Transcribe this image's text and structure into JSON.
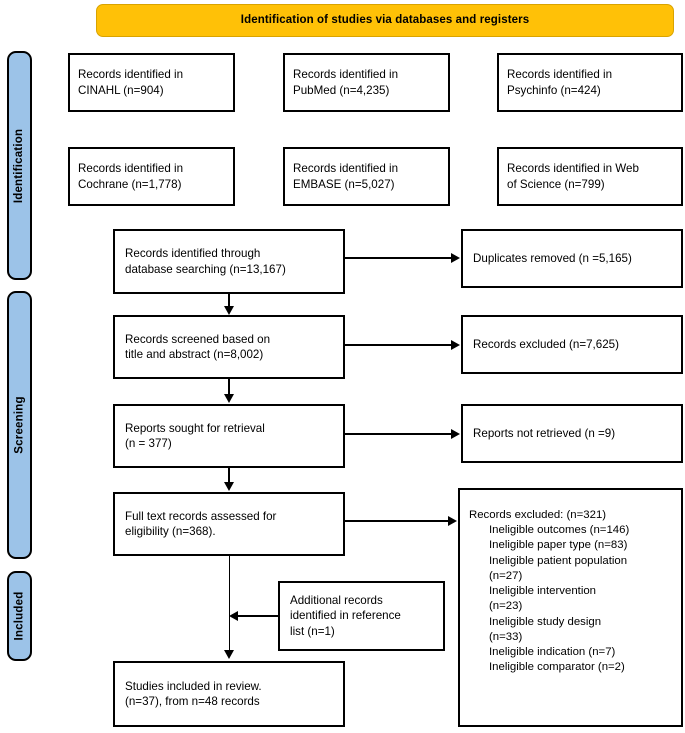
{
  "banner": {
    "title": "Identification of studies via databases and registers"
  },
  "stages": [
    {
      "key": "identification",
      "label": "Identification"
    },
    {
      "key": "screening",
      "label": "Screening"
    },
    {
      "key": "included",
      "label": "Included"
    }
  ],
  "sources": [
    {
      "name": "cinahl",
      "text": "Records identified in\nCINAHL (n=904)"
    },
    {
      "name": "pubmed",
      "text": "Records identified in\nPubMed (n=4,235)"
    },
    {
      "name": "psychinfo",
      "text": "Records identified in\nPsychinfo (n=424)"
    },
    {
      "name": "cochrane",
      "text": "Records identified in\nCochrane (n=1,778)"
    },
    {
      "name": "embase",
      "text": "Records identified in\nEMBASE (n=5,027)"
    },
    {
      "name": "web-of-science",
      "text": "Records identified in Web\nof Science (n=799)"
    }
  ],
  "flow": {
    "identified_total": "Records identified through\ndatabase searching (n=13,167)",
    "screened": "Records screened based on\ntitle and abstract (n=8,002)",
    "sought": "Reports sought for retrieval\n(n = 377)",
    "fulltext": "Full text records assessed for\neligibility (n=368).",
    "additional": "Additional records\nidentified in reference\nlist (n=1)",
    "included": "Studies included in review.\n(n=37), from n=48 records"
  },
  "exclusions": {
    "duplicates": "Duplicates removed (n =5,165)",
    "records_excluded": "Records excluded (n=7,625)",
    "not_retrieved": "Reports not retrieved (n =9)"
  },
  "excluded_detail": {
    "heading": "Records excluded: (n=321)",
    "items": [
      "Ineligible outcomes (n=146)",
      "Ineligible paper type (n=83)",
      "Ineligible patient population\n(n=27)",
      "Ineligible intervention\n(n=23)",
      "Ineligible study design\n(n=33)",
      "Ineligible indication (n=7)",
      "Ineligible comparator (n=2)"
    ]
  },
  "colors": {
    "banner_fill": "#FFC107",
    "stage_fill": "#9CC3E8",
    "border": "#000000",
    "page_background": "#FFFFFF"
  }
}
